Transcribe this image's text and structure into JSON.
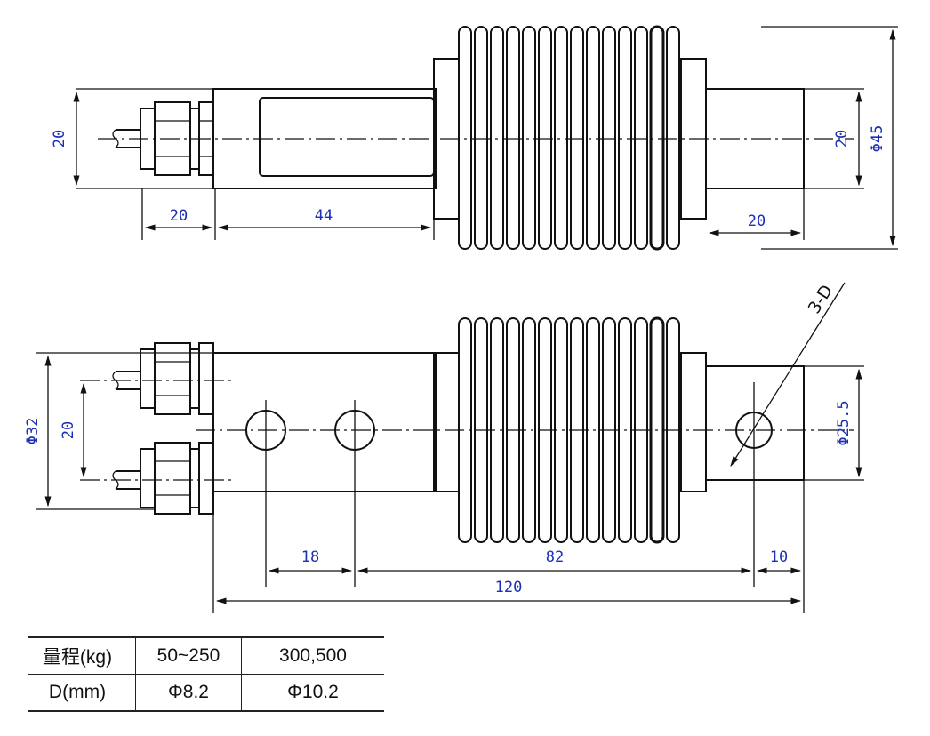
{
  "top_view": {
    "dims": {
      "height_left": "20",
      "gland_width": "20",
      "slot_length": "44",
      "height_right": "20",
      "bellows_dia": "Φ45",
      "end_length": "20"
    }
  },
  "bottom_view": {
    "dims": {
      "body_height": "Φ32",
      "cable_spacing": "20",
      "hole_spacing": "18",
      "span": "82",
      "end_offset": "10",
      "overall_length": "120",
      "end_dia": "Φ25.5"
    },
    "hole_callout": "3-D"
  },
  "spec_table": {
    "rows": [
      [
        "量程(kg)",
        "50~250",
        "300,500"
      ],
      [
        "D(mm)",
        "Φ8.2",
        "Φ10.2"
      ]
    ]
  }
}
